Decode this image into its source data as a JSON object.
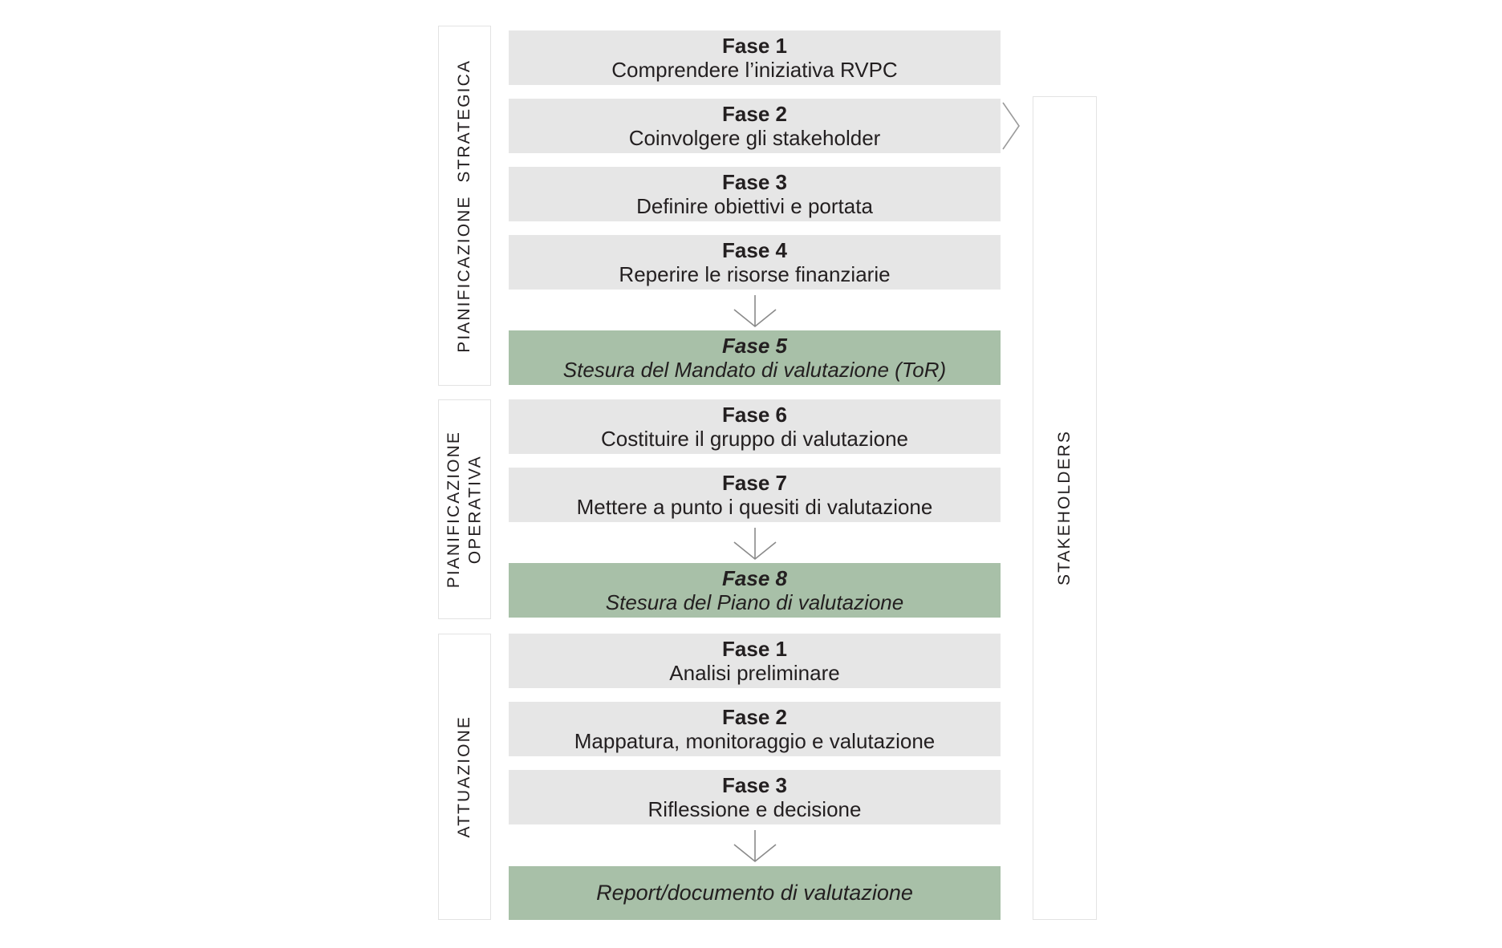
{
  "diagram": {
    "colors": {
      "gray_box": "#e6e6e6",
      "green_box": "#a8c0a8",
      "border": "#e3e3e3",
      "text": "#231f20",
      "arrow": "#8a8a8a",
      "background": "#ffffff"
    },
    "categories": [
      {
        "id": "pianificazione-strategica",
        "label": "PIANIFICAZIONE  STRATEGICA"
      },
      {
        "id": "pianificazione-operativa",
        "label": "PIANIFICAZIONE\nOPERATIVA"
      },
      {
        "id": "attuazione",
        "label": "ATTUAZIONE"
      }
    ],
    "sections": [
      {
        "id": "pianificazione-strategica",
        "steps": [
          {
            "title": "Fase 1",
            "subtitle": "Comprendere l’iniziativa RVPC",
            "style": "gray"
          },
          {
            "title": "Fase 2",
            "subtitle": "Coinvolgere gli stakeholder",
            "style": "gray"
          },
          {
            "title": "Fase 3",
            "subtitle": "Definire obiettivi e portata",
            "style": "gray"
          },
          {
            "title": "Fase 4",
            "subtitle": "Reperire le risorse finanziarie",
            "style": "gray"
          },
          {
            "title": "Fase 5",
            "subtitle": "Stesura del Mandato di valutazione (ToR)",
            "style": "green"
          }
        ]
      },
      {
        "id": "pianificazione-operativa",
        "steps": [
          {
            "title": "Fase 6",
            "subtitle": "Costituire il gruppo di valutazione",
            "style": "gray"
          },
          {
            "title": "Fase 7",
            "subtitle": "Mettere a punto i quesiti di valutazione",
            "style": "gray"
          },
          {
            "title": "Fase 8",
            "subtitle": "Stesura del Piano di valutazione",
            "style": "green"
          }
        ]
      },
      {
        "id": "attuazione",
        "steps": [
          {
            "title": "Fase 1",
            "subtitle": "Analisi preliminare",
            "style": "gray"
          },
          {
            "title": "Fase 2",
            "subtitle": "Mappatura, monitoraggio e valutazione",
            "style": "gray"
          },
          {
            "title": "Fase 3",
            "subtitle": "Riflessione e decisione",
            "style": "gray"
          },
          {
            "title": "",
            "subtitle": "Report/documento di valutazione",
            "style": "green"
          }
        ]
      }
    ],
    "stakeholders": {
      "label": "STAKEHOLDERS"
    },
    "icons": {
      "chevron_right": "chevron-right-icon",
      "down_arrow": "down-arrow-icon"
    }
  }
}
